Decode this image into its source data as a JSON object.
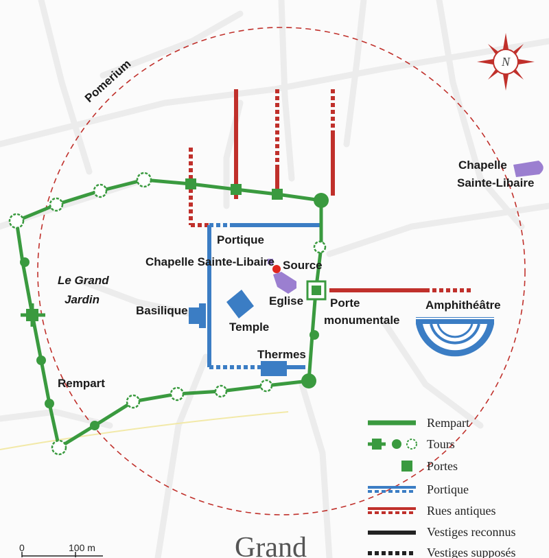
{
  "title": "Grand",
  "labels": {
    "pomerium": "Pomerium",
    "chapelle_east_line1": "Chapelle",
    "chapelle_east_line2": "Sainte-Libaire",
    "portique": "Portique",
    "chapelle_center": "Chapelle Sainte-Libaire",
    "source": "Source",
    "le_grand_jardin_line1": "Le Grand",
    "le_grand_jardin_line2": "Jardin",
    "basilique": "Basilique",
    "eglise": "Eglise",
    "temple": "Temple",
    "porte_line1": "Porte",
    "porte_line2": "monumentale",
    "amphitheatre": "Amphithéâtre",
    "thermes": "Thermes",
    "rempart": "Rempart"
  },
  "compass": {
    "north": "N"
  },
  "legend": [
    {
      "key": "rempart",
      "label": "Rempart",
      "color": "#3a9a3f"
    },
    {
      "key": "tours",
      "label": "Tours",
      "color": "#3a9a3f"
    },
    {
      "key": "portes",
      "label": "Portes",
      "color": "#3a9a3f"
    },
    {
      "key": "portique",
      "label": "Portique",
      "color": "#3b7dc4"
    },
    {
      "key": "rues",
      "label": "Rues antiques",
      "color": "#c0302b"
    },
    {
      "key": "reconnus",
      "label": "Vestiges reconnus",
      "color": "#222222"
    },
    {
      "key": "supposes",
      "label": "Vestiges supposés",
      "color": "#222222"
    }
  ],
  "scale": {
    "zero": "0",
    "max": "100 m"
  },
  "colors": {
    "rempart": "#3a9a3f",
    "portique": "#3b7dc4",
    "rues": "#c0302b",
    "chapelle": "#9b7fd0",
    "source": "#e0261e",
    "pomerium": "#c0302b"
  }
}
